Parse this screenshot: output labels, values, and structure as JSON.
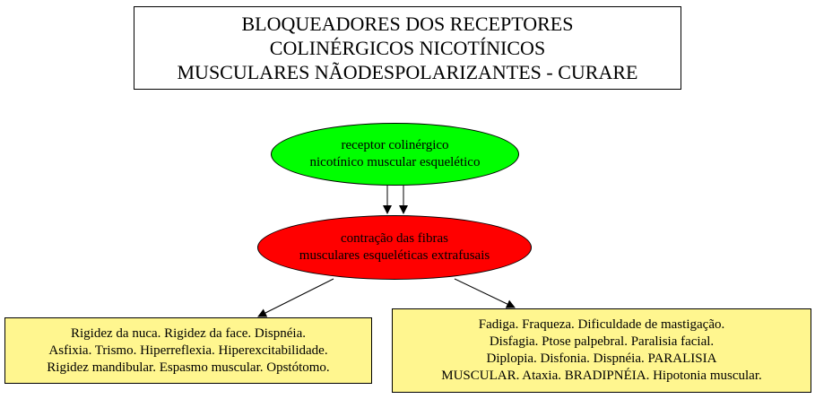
{
  "title": {
    "lines": [
      "BLOQUEADORES DOS RECEPTORES",
      "COLINÉRGICOS NICOTÍNICOS",
      "MUSCULARES NÃODESPOLARIZANTES - CURARE"
    ]
  },
  "nodes": {
    "receptor": {
      "lines": [
        "receptor colinérgico",
        "nicotínico muscular esquelético"
      ],
      "color": "#00ff00"
    },
    "contraction": {
      "lines": [
        "contração das fibras",
        "musculares esqueléticas extrafusais"
      ],
      "color": "#ff0000"
    },
    "effects_left": {
      "lines": [
        "Rigidez da nuca. Rigidez da face. Dispnéia.",
        "Asfixia. Trismo. Hiperreflexia. Hiperexcitabilidade.",
        "Rigidez mandibular. Espasmo muscular. Opstótomo."
      ],
      "color": "#fff68f"
    },
    "effects_right": {
      "lines": [
        "Fadiga. Fraqueza. Dificuldade de mastigação.",
        "Disfagia. Ptose palpebral. Paralisia facial.",
        "Diplopia. Disfonia. Dispnéia. PARALISIA",
        "MUSCULAR. Ataxia. BRADIPNÉIA. Hipotonia muscular."
      ],
      "color": "#fff68f"
    }
  },
  "edge_color": "#000000"
}
